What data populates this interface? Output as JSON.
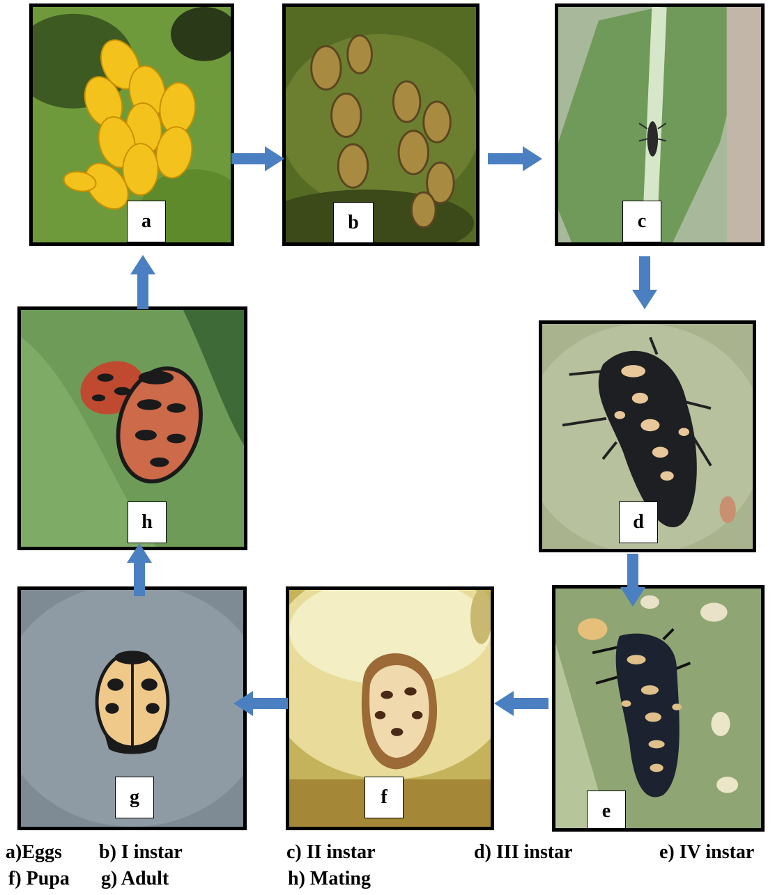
{
  "stages": [
    {
      "letter": "a",
      "legend": "a)Eggs"
    },
    {
      "letter": "b",
      "legend": "b) I instar"
    },
    {
      "letter": "c",
      "legend": "c) II instar"
    },
    {
      "letter": "d",
      "legend": "d) III instar"
    },
    {
      "letter": "e",
      "legend": "e) IV instar"
    },
    {
      "letter": "f",
      "legend": "f) Pupa"
    },
    {
      "letter": "g",
      "legend": "g) Adult"
    },
    {
      "letter": "h",
      "legend": "h) Mating"
    }
  ],
  "colors": {
    "arrow": "#4a7fc1",
    "border": "#000000"
  },
  "cycle_order": [
    "a",
    "b",
    "c",
    "d",
    "e",
    "f",
    "g",
    "h",
    "a"
  ]
}
